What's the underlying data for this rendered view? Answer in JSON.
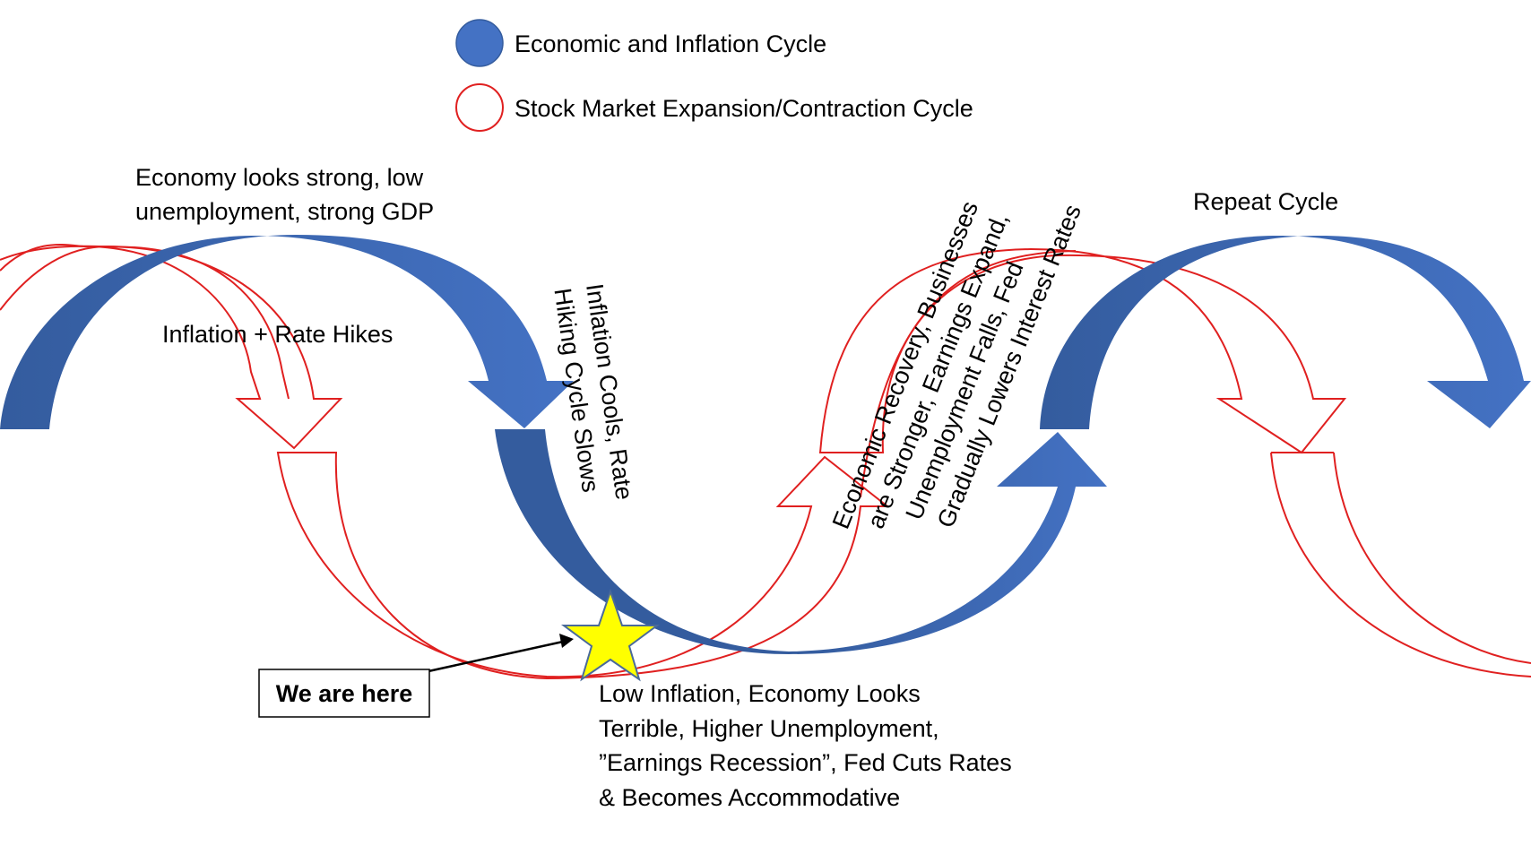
{
  "legend": {
    "economic_cycle": "Economic and Inflation Cycle",
    "market_cycle": "Stock Market Expansion/Contraction Cycle"
  },
  "labels": {
    "economy_strong": [
      "Economy looks strong, low",
      "unemployment, strong GDP"
    ],
    "inflation_hikes": "Inflation + Rate Hikes",
    "inflation_cools": [
      "Inflation Cools, Rate",
      "Hiking Cycle Slows"
    ],
    "low_inflation": [
      "Low Inflation, Economy Looks",
      "Terrible, Higher Unemployment,",
      "”Earnings Recession”, Fed Cuts Rates",
      "& Becomes Accommodative"
    ],
    "recovery": [
      "Economic Recovery, Businesses",
      "are Stronger, Earnings Expand,",
      "Unemployment Falls, Fed",
      "Gradually Lowers Interest Rates"
    ],
    "repeat": "Repeat Cycle",
    "we_are_here": "We are here"
  },
  "colors": {
    "economic_fill": "#4472C4",
    "economic_dark": "#345C9E",
    "market_outline": "#E02020",
    "star_fill": "#FFFF00",
    "star_stroke": "#4A6A9A",
    "callout_border": "#000000"
  },
  "icons": {
    "economic_marker": "blue-filled-circle",
    "market_marker": "red-outline-circle",
    "current_position": "yellow-star"
  }
}
